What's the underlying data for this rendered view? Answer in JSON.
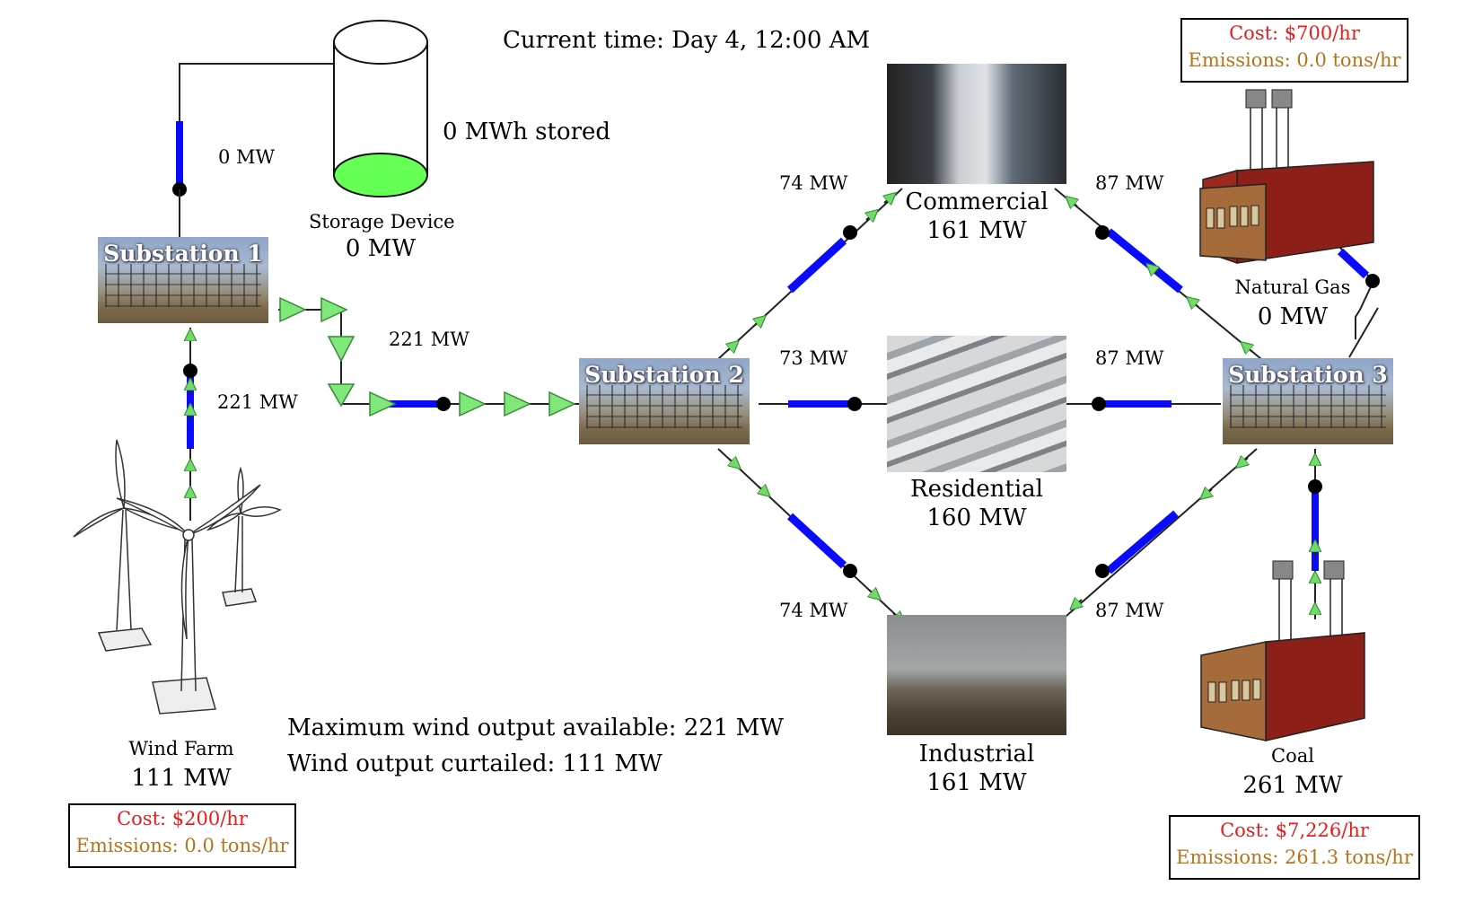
{
  "header": {
    "current_time": "Current time: Day 4, 12:00 AM"
  },
  "storage": {
    "stored": "0 MWh stored",
    "name": "Storage Device",
    "output": "0 MW",
    "line_flow": "0 MW",
    "fill_color": "#66ff55"
  },
  "substations": {
    "s1": "Substation 1",
    "s2": "Substation 2",
    "s3": "Substation 3"
  },
  "wind": {
    "name": "Wind Farm",
    "output": "111 MW",
    "line_flow_up": "221 MW",
    "line_flow_s1_s2": "221 MW",
    "max_available": "Maximum wind output available: 221 MW",
    "curtailed": "Wind output curtailed: 111 MW",
    "cost": "Cost: $200/hr",
    "emissions": "Emissions: 0.0 tons/hr"
  },
  "loads": {
    "commercial": {
      "name": "Commercial",
      "value": "161 MW"
    },
    "residential": {
      "name": "Residential",
      "value": "160 MW"
    },
    "industrial": {
      "name": "Industrial",
      "value": "161 MW"
    }
  },
  "flows": {
    "s2_commercial": "74 MW",
    "s2_residential": "73 MW",
    "s2_industrial": "74 MW",
    "s3_commercial": "87 MW",
    "s3_residential": "87 MW",
    "s3_industrial": "87 MW"
  },
  "natural_gas": {
    "name": "Natural Gas",
    "output": "0 MW",
    "cost": "Cost: $700/hr",
    "emissions": "Emissions: 0.0 tons/hr"
  },
  "coal": {
    "name": "Coal",
    "output": "261 MW",
    "cost": "Cost: $7,226/hr",
    "emissions": "Emissions: 261.3 tons/hr"
  },
  "colors": {
    "line_blue": "#0a0aff",
    "arrow_green": "#7ee87a",
    "cost_red": "#e81c1c",
    "emissions_brown": "#b5741c"
  },
  "icons": [
    "wind-turbine-icon",
    "storage-cylinder-icon",
    "power-plant-icon",
    "substation-icon",
    "flow-arrow-icon"
  ]
}
